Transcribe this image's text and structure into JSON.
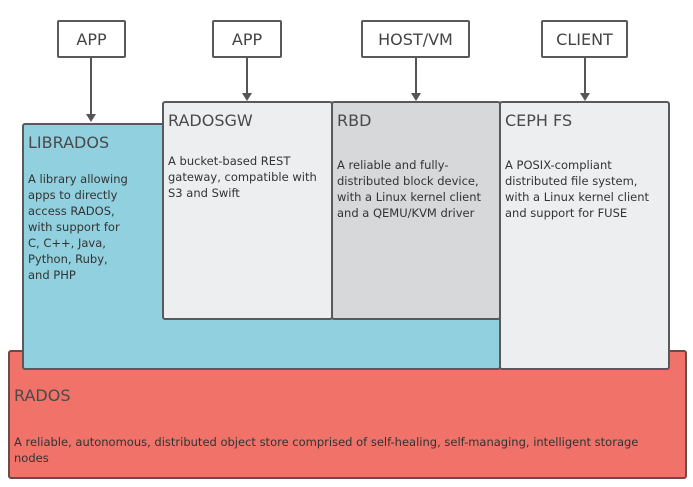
{
  "clients": [
    {
      "label": "APP"
    },
    {
      "label": "APP"
    },
    {
      "label": "HOST/VM"
    },
    {
      "label": "CLIENT"
    }
  ],
  "librados": {
    "title": "LIBRADOS",
    "desc_lines": [
      "A library allowing",
      "apps to directly",
      "access RADOS,",
      "with support for",
      "C, C++, Java,",
      "Python, Ruby,",
      "and PHP"
    ]
  },
  "radosgw": {
    "title": "RADOSGW",
    "desc_lines": [
      "A bucket-based REST",
      "gateway, compatible with",
      "S3 and Swift"
    ]
  },
  "rbd": {
    "title": "RBD",
    "desc_lines": [
      "A reliable and fully-",
      "distributed block device,",
      "with a Linux kernel client",
      "and a QEMU/KVM driver"
    ]
  },
  "cephfs": {
    "title": "CEPH FS",
    "desc_lines": [
      "A POSIX-compliant",
      "distributed file system,",
      "with a Linux kernel client",
      "and support for FUSE"
    ]
  },
  "rados": {
    "title": "RADOS",
    "desc_lines": [
      "A reliable, autonomous, distributed object store comprised of self-healing, self-managing, intelligent storage",
      "nodes"
    ]
  },
  "colors": {
    "librados": "#91d0de",
    "radosgw": "#eceeef",
    "rbd": "#d6d8d9",
    "cephfs": "#eceeef",
    "rados": "#f07268"
  }
}
